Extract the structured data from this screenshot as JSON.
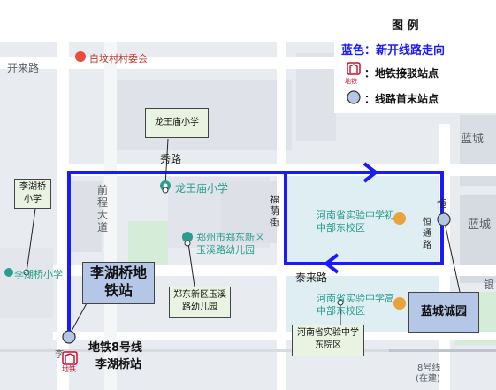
{
  "legend": {
    "title": "图  例",
    "blue_line": "蓝色：新开线路走向",
    "metro_stop": "：地铁接驳站点",
    "terminal_stop": "：线路首末站点",
    "metro_icon_text": "地铁"
  },
  "map_labels": {
    "kailai_road": "开来路",
    "baiwen_village": "白坟村村委会",
    "lanchengluo_top": "蓝城",
    "lanchengluo_right": "蓝城",
    "yinxiu_road": "秀路",
    "yin_char": "银",
    "longwangmiao_school": "龙王庙小学",
    "qiancheng_road": "前程大道",
    "fuyin_street": "福荫街",
    "zhengzhou_kindergarten": "郑州市郑东新区玉溪路幼儿园",
    "henan_middle_school": "河南省实验中学初中部东校区",
    "henan_high_school": "河南省实验中学高中部东校区",
    "hengtong_road": "恒通路",
    "heng_char": "恒",
    "tailai_road": "泰来路",
    "lihuqiao_school": "李湖桥小学",
    "line8": "8号线",
    "under_construction": "(在建)",
    "li_char": "李",
    "metro_under": "地铁",
    "bank": "银"
  },
  "callouts": {
    "longwangmiao": "龙王庙小学",
    "lihuqiao_school": "李湖桥小学",
    "lihuqiao_station": "李湖桥地铁站",
    "kindergarten": "郑东新区玉溪路幼儿园",
    "henan_east": "河南省实验中学东院区",
    "lancheng": "蓝城诚园"
  },
  "station_label": {
    "line": "地铁8号线",
    "name": "李湖桥站"
  },
  "colors": {
    "route": "#1a1aff",
    "road_main": "#ffffff",
    "map_bg": "#e8ebef",
    "block": "#dde1e7",
    "school_area": "#dfeef2",
    "green": "#d5ecd9",
    "callout_green": "#e9f3e1",
    "callout_blue": "#b4c7e7",
    "metro_red": "#c8102e"
  }
}
